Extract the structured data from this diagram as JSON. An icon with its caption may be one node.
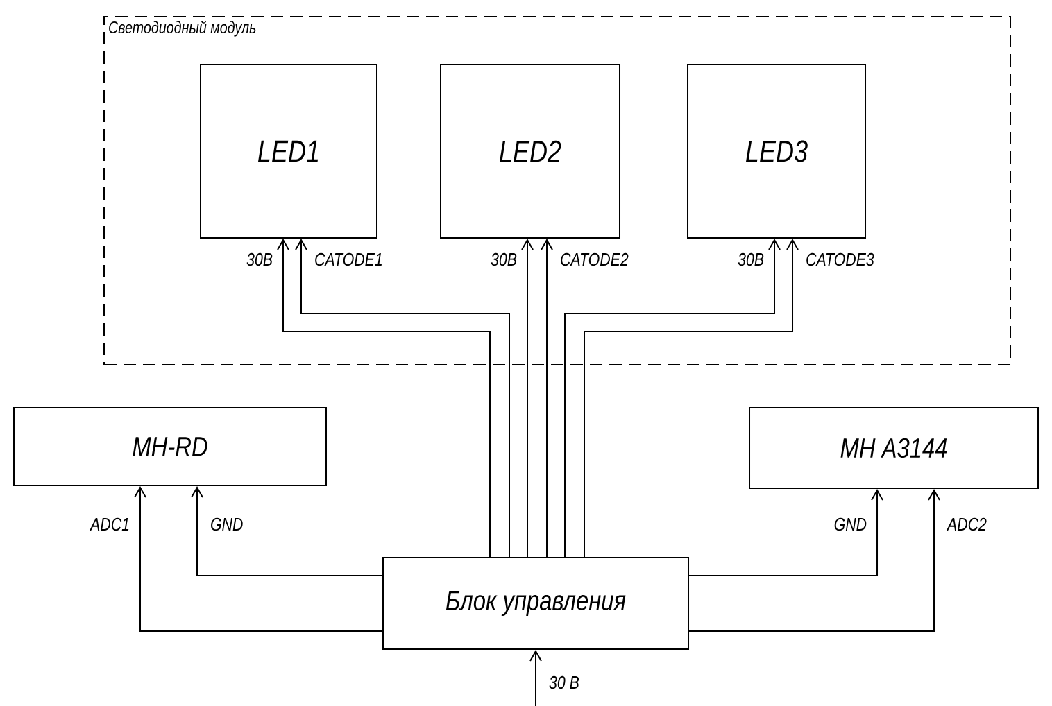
{
  "diagram": {
    "nodes": [
      {
        "text": [
          "Светодиодный модуль"
        ]
      },
      {
        "text": [
          "LED1"
        ],
        "in": 0
      },
      {
        "text": [
          "LED2"
        ],
        "in": 0
      },
      {
        "text": [
          "LED3"
        ],
        "in": 0
      },
      {
        "text": [
          "MH-RD"
        ]
      },
      {
        "text": [
          "MH A3144"
        ]
      },
      {
        "text": [
          "Блок управления"
        ]
      }
    ],
    "edges": [
      {
        "from": 6,
        "to": 1,
        "arrow": "to",
        "label": "30В"
      },
      {
        "from": 6,
        "to": 1,
        "arrow": "to",
        "label": "CATODE1"
      },
      {
        "from": 6,
        "to": 2,
        "arrow": "to",
        "label": "30В"
      },
      {
        "from": 6,
        "to": 2,
        "arrow": "to",
        "label": "CATODE2"
      },
      {
        "from": 6,
        "to": 3,
        "arrow": "to",
        "label": "30В"
      },
      {
        "from": 6,
        "to": 3,
        "arrow": "to",
        "label": "CATODE3"
      },
      {
        "from": 6,
        "to": 4,
        "arrow": "to",
        "label": "ADC1"
      },
      {
        "from": 6,
        "to": 4,
        "arrow": "to",
        "label": "GND"
      },
      {
        "from": 6,
        "to": 5,
        "arrow": "to",
        "label": "GND"
      },
      {
        "from": 6,
        "to": 5,
        "arrow": "to",
        "label": "ADC2"
      },
      {
        "from": null,
        "to": 6,
        "arrow": "to",
        "label": "30 В"
      }
    ]
  }
}
